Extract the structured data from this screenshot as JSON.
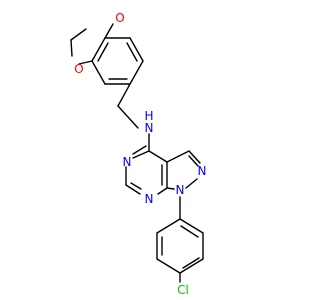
{
  "colors": {
    "bond": "#000000",
    "oxygen": "#ff0000",
    "nitrogen": "#0000ff",
    "chlorine": "#00cc00",
    "background": "#ffffff"
  },
  "atom_labels": {
    "o_top": "O",
    "o_left": "O",
    "nh_n": "N",
    "nh_h": "H",
    "n_pyrimidine_left": "N",
    "n_pyrimidine_bottom": "N",
    "n_pyrazole_right": "N",
    "n_pyrazole_bottom": "N",
    "cl": "Cl"
  }
}
